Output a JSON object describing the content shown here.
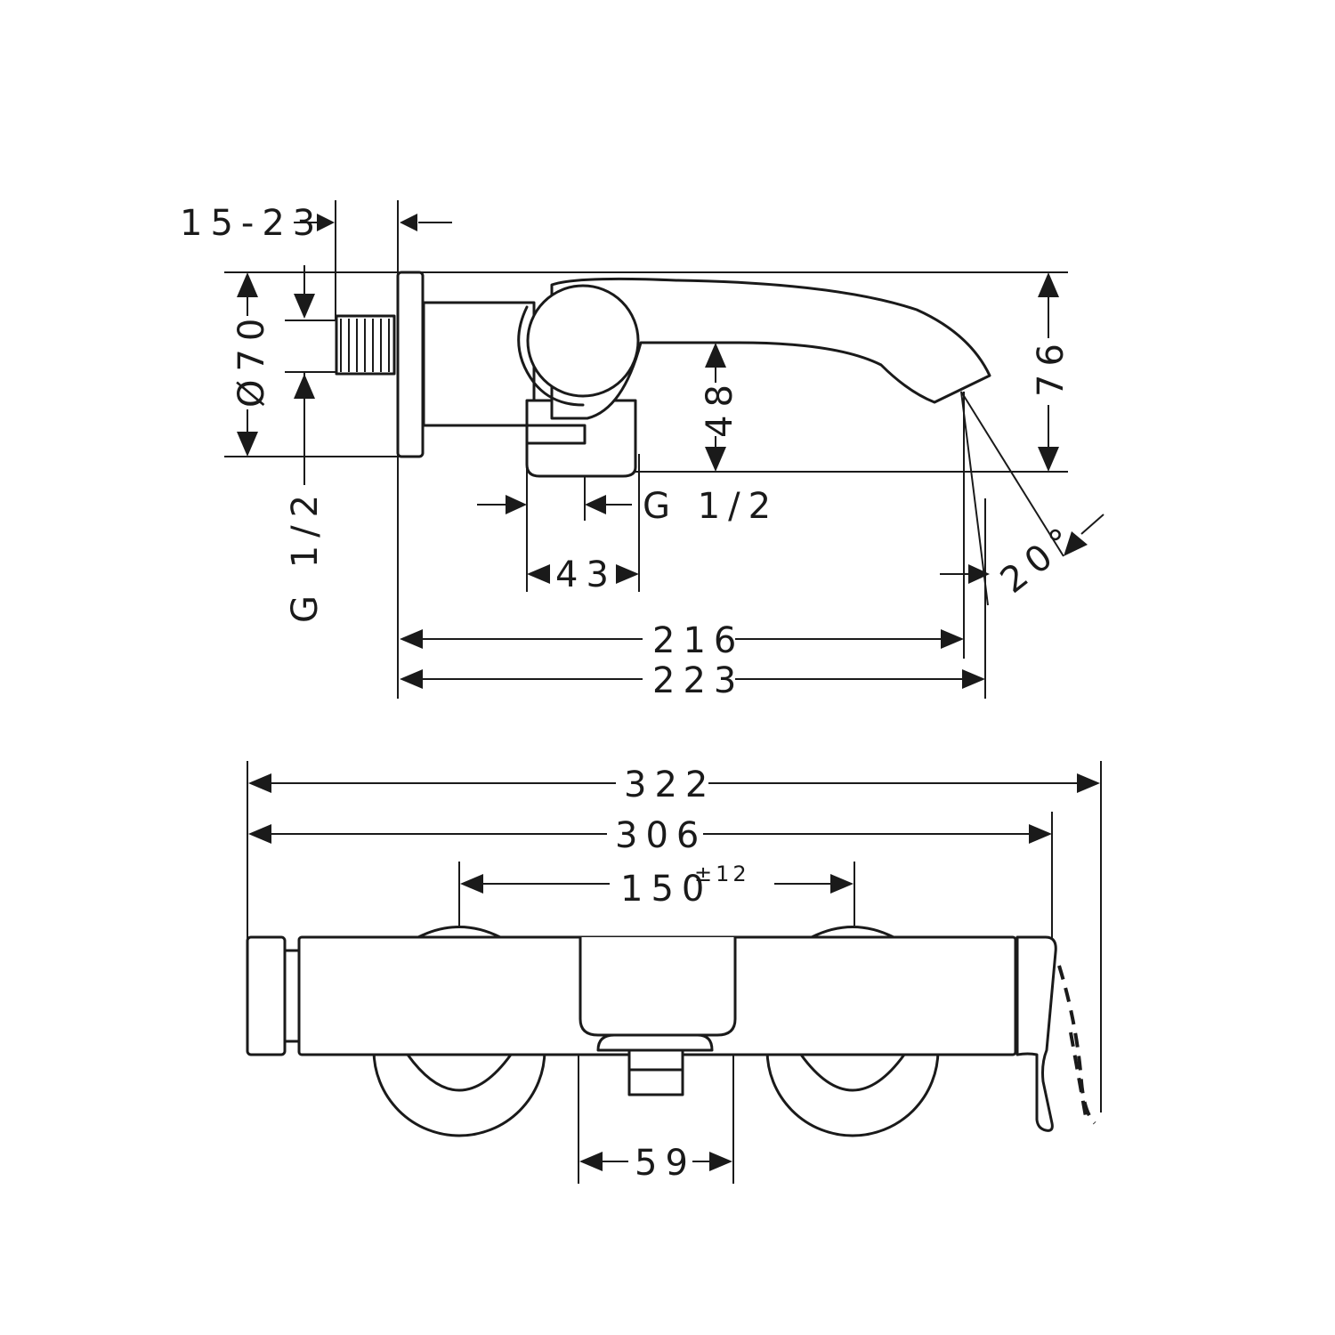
{
  "side_view": {
    "dim_wall_depth": "15-23",
    "dim_diameter": "Ø70",
    "dim_connection_left": "G 1/2",
    "dim_outlet_height": "48",
    "dim_height": "76",
    "dim_outlet_thread": "G 1/2",
    "dim_outlet_width": "43",
    "dim_projection_inner": "216",
    "dim_projection_outer": "223",
    "dim_angle": "20°"
  },
  "front_view": {
    "dim_total_width": "322",
    "dim_body_width": "306",
    "dim_centers": "150",
    "dim_centers_tolerance": "±12",
    "dim_outlet_width": "59"
  }
}
